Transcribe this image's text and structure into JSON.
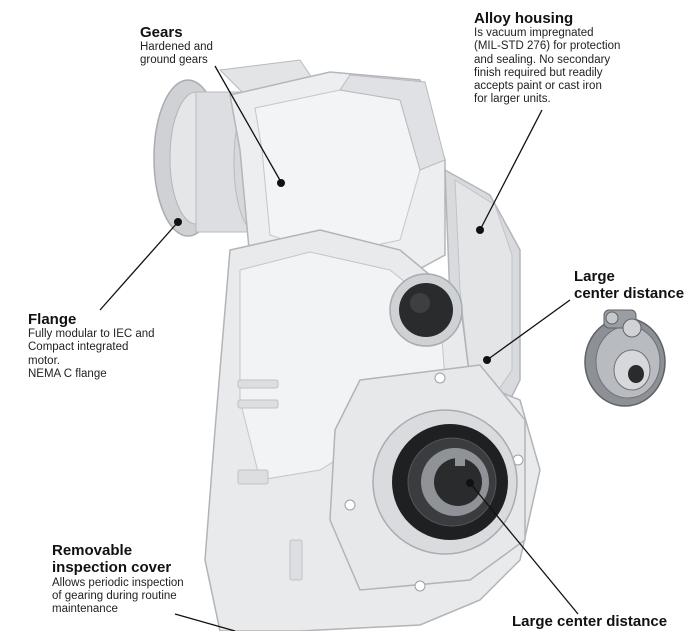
{
  "colors": {
    "housing_light": "#e9eaec",
    "housing_mid": "#d3d5d8",
    "housing_shadow": "#b9bcc0",
    "seal_dark": "#222222",
    "leader_line": "#111111"
  },
  "callouts": {
    "gears": {
      "title": "Gears",
      "desc": "Hardened and\nground gears"
    },
    "alloy_housing": {
      "title": "Alloy housing",
      "desc": "Is vacuum impregnated\n(MIL-STD 276) for protection\nand sealing. No secondary\nfinish required but readily\naccepts paint or cast iron\nfor larger units."
    },
    "large_center_distance": {
      "title": "Large\ncenter distance"
    },
    "flange": {
      "title": "Flange",
      "desc": "Fully modular to IEC and\nCompact integrated\nmotor.\nNEMA C flange"
    },
    "removable_cover": {
      "title": "Removable\ninspection cover",
      "desc": "Allows periodic inspection\nof gearing during routine\nmaintenance"
    },
    "large_center_distance_bottom": {
      "title": "Large center distance"
    }
  }
}
